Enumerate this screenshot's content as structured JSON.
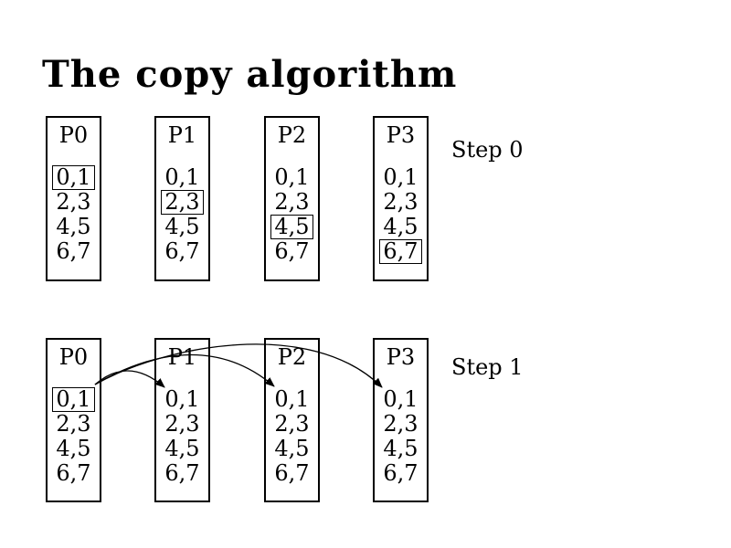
{
  "title": "The copy algorithm",
  "colors": {
    "background": "#ffffff",
    "foreground": "#000000"
  },
  "steps": [
    {
      "label": "Step 0",
      "processes": [
        {
          "name": "P0",
          "cells": [
            "0,1",
            "2,3",
            "4,5",
            "6,7"
          ],
          "highlighted_cell": 0
        },
        {
          "name": "P1",
          "cells": [
            "0,1",
            "2,3",
            "4,5",
            "6,7"
          ],
          "highlighted_cell": 1
        },
        {
          "name": "P2",
          "cells": [
            "0,1",
            "2,3",
            "4,5",
            "6,7"
          ],
          "highlighted_cell": 2
        },
        {
          "name": "P3",
          "cells": [
            "0,1",
            "2,3",
            "4,5",
            "6,7"
          ],
          "highlighted_cell": 3
        }
      ],
      "arrows": []
    },
    {
      "label": "Step 1",
      "processes": [
        {
          "name": "P0",
          "cells": [
            "0,1",
            "2,3",
            "4,5",
            "6,7"
          ],
          "highlighted_cell": 0
        },
        {
          "name": "P1",
          "cells": [
            "0,1",
            "2,3",
            "4,5",
            "6,7"
          ],
          "highlighted_cell": null
        },
        {
          "name": "P2",
          "cells": [
            "0,1",
            "2,3",
            "4,5",
            "6,7"
          ],
          "highlighted_cell": null
        },
        {
          "name": "P3",
          "cells": [
            "0,1",
            "2,3",
            "4,5",
            "6,7"
          ],
          "highlighted_cell": null
        }
      ],
      "arrows": [
        {
          "from": "P0 cell 0,1",
          "to": "P1 cell 0,1"
        },
        {
          "from": "P0 cell 0,1",
          "to": "P2 cell 0,1"
        },
        {
          "from": "P0 cell 0,1",
          "to": "P3 cell 0,1"
        }
      ]
    }
  ]
}
